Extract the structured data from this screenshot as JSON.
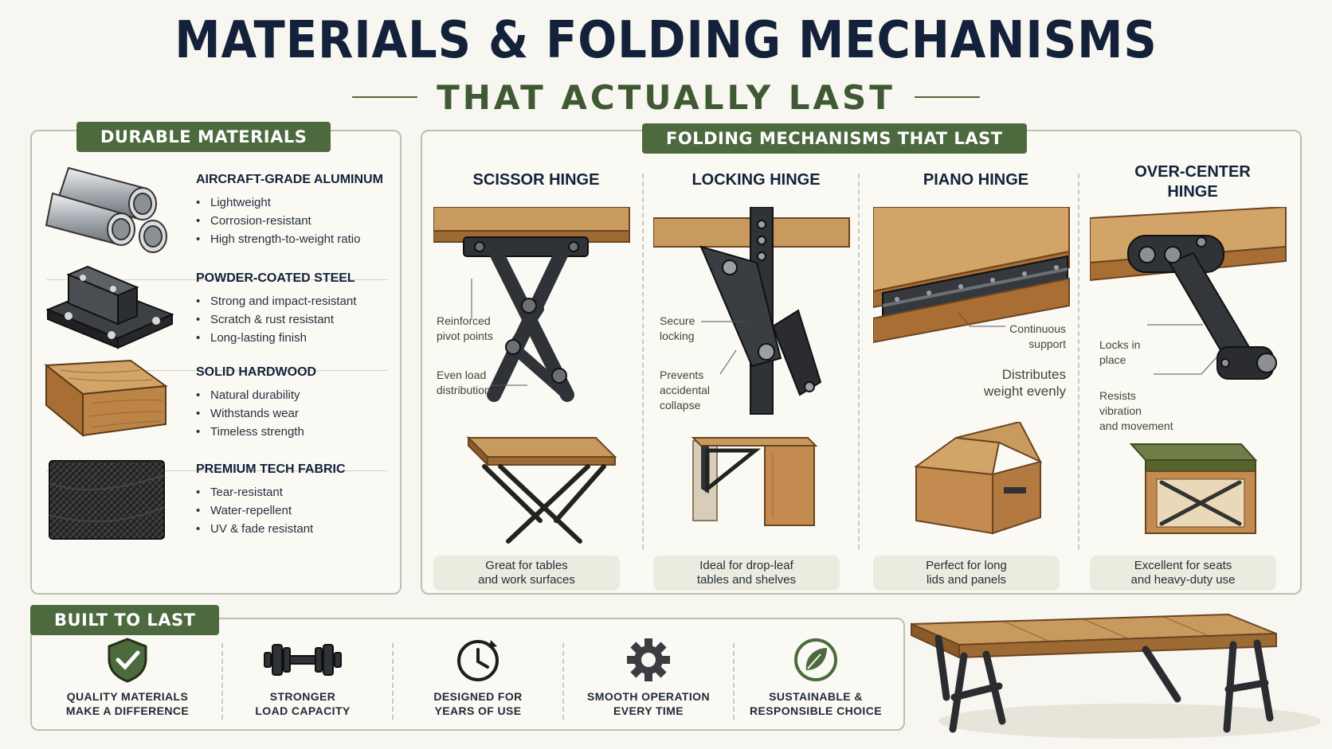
{
  "header": {
    "title": "MATERIALS & FOLDING MECHANISMS",
    "subtitle": "THAT ACTUALLY LAST"
  },
  "materials": {
    "heading": "DURABLE MATERIALS",
    "items": [
      {
        "name": "AIRCRAFT-GRADE ALUMINUM",
        "points": [
          "Lightweight",
          "Corrosion-resistant",
          "High strength-to-weight ratio"
        ]
      },
      {
        "name": "POWDER-COATED STEEL",
        "points": [
          "Strong and impact-resistant",
          "Scratch & rust resistant",
          "Long-lasting finish"
        ]
      },
      {
        "name": "SOLID HARDWOOD",
        "points": [
          "Natural durability",
          "Withstands wear",
          "Timeless strength"
        ]
      },
      {
        "name": "PREMIUM TECH FABRIC",
        "points": [
          "Tear-resistant",
          "Water-repellent",
          "UV & fade resistant"
        ]
      }
    ]
  },
  "mechanisms": {
    "heading": "FOLDING MECHANISMS THAT LAST",
    "items": [
      {
        "title": "SCISSOR HINGE",
        "callouts": [
          "Reinforced\npivot points",
          "Even load\ndistribution"
        ],
        "note": "Great for tables\nand work surfaces"
      },
      {
        "title": "LOCKING HINGE",
        "callouts": [
          "Secure\nlocking",
          "Prevents\naccidental\ncollapse"
        ],
        "note": "Ideal for drop-leaf\ntables and shelves"
      },
      {
        "title": "PIANO HINGE",
        "callouts": [
          "Continuous\nsupport",
          "Distributes\nweight evenly"
        ],
        "note": "Perfect for long\nlids and panels"
      },
      {
        "title": "OVER-CENTER\nHINGE",
        "callouts": [
          "Locks in\nplace",
          "Resists\nvibration\nand movement"
        ],
        "note": "Excellent for seats\nand heavy-duty use"
      }
    ]
  },
  "built": {
    "heading": "BUILT TO LAST",
    "features": [
      {
        "icon": "shield-check-icon",
        "label": "QUALITY MATERIALS\nMAKE A DIFFERENCE"
      },
      {
        "icon": "dumbbell-icon",
        "label": "STRONGER\nLOAD CAPACITY"
      },
      {
        "icon": "clock-icon",
        "label": "DESIGNED FOR\nYEARS OF USE"
      },
      {
        "icon": "gear-icon",
        "label": "SMOOTH OPERATION\nEVERY TIME"
      },
      {
        "icon": "leaf-icon",
        "label": "SUSTAINABLE &\nRESPONSIBLE CHOICE"
      }
    ]
  },
  "colors": {
    "navy": "#13223a",
    "olive": "#4d6a3f",
    "wood": "#b9854a",
    "metal": "#2f3236"
  }
}
